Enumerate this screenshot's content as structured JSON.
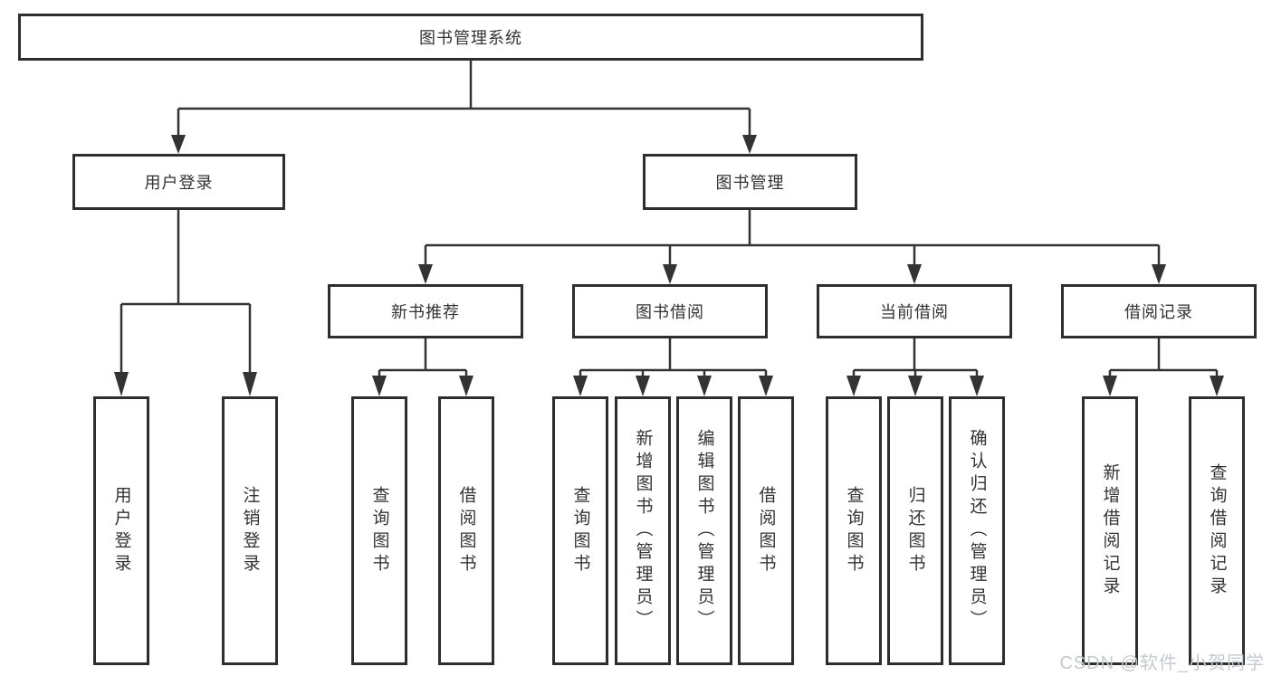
{
  "diagram": {
    "root": {
      "label": "图书管理系统"
    },
    "level2": [
      {
        "label": "用户登录"
      },
      {
        "label": "图书管理"
      }
    ],
    "level3": [
      {
        "label": "新书推荐"
      },
      {
        "label": "图书借阅"
      },
      {
        "label": "当前借阅"
      },
      {
        "label": "借阅记录"
      }
    ],
    "leaves": [
      {
        "label": "用户登录"
      },
      {
        "label": "注销登录"
      },
      {
        "label": "查询图书"
      },
      {
        "label": "借阅图书"
      },
      {
        "label": "查询图书"
      },
      {
        "label": "新增图书（管理员）"
      },
      {
        "label": "编辑图书（管理员）"
      },
      {
        "label": "借阅图书"
      },
      {
        "label": "查询图书"
      },
      {
        "label": "归还图书"
      },
      {
        "label": "确认归还（管理员）"
      },
      {
        "label": "新增借阅记录"
      },
      {
        "label": "查询借阅记录"
      }
    ],
    "watermark": "CSDN @软件_小贺同学",
    "colors": {
      "line": "#333333",
      "border": "#2e2e2e",
      "text": "#333333",
      "background": "#ffffff",
      "watermark": "#c6c9d0"
    }
  }
}
